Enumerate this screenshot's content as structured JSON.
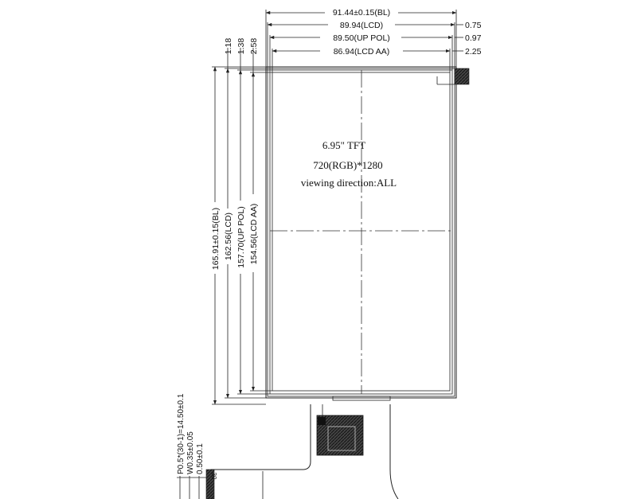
{
  "dimensions": {
    "width_bl": "91.44±0.15(BL)",
    "width_lcd": "89.94(LCD)",
    "width_up_pol": "89.50(UP POL)",
    "width_lcd_aa": "86.94(LCD AA)",
    "right_075": "0.75",
    "right_097": "0.97",
    "right_225": "2.25",
    "top_118": "1.18",
    "top_138": "1.38",
    "top_258": "2.58",
    "height_bl": "165.91±0.15(BL)",
    "height_lcd": "162.56(LCD)",
    "height_up_pol": "157.70(UP POL)",
    "height_lcd_aa": "154.56(LCD AA)",
    "pitch": "P0.5*(30-1)=14.50±0.1",
    "width_w": "W0.35±0.05",
    "pad": "0.50±0.1",
    "pin_label": "30"
  },
  "panel": {
    "size": "6.95\" TFT",
    "resolution": "720(RGB)*1280",
    "viewing": "viewing direction:ALL"
  }
}
